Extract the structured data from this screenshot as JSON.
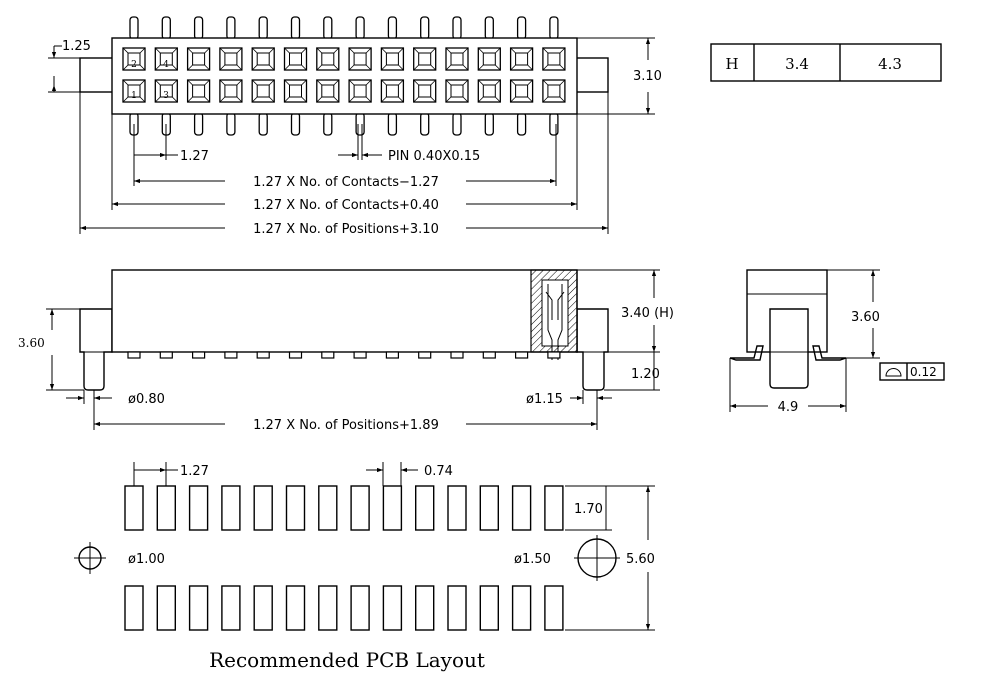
{
  "dimensions": {
    "pitch": "1.27",
    "pin_size": "PIN  0.40X0.15",
    "contacts_minus": "1.27  X  No.  of  Contacts−1.27",
    "contacts_plus": "1.27  X  No.  of  Contacts+0.40",
    "positions_plus_310": "1.27  X  No.  of  Positions+3.10",
    "peg_offset": "1.25",
    "body_width": "3.10",
    "body_height": "3.40 (H)",
    "peg_length": "3.60",
    "tail_length": "1.20",
    "peg_dia_small": "ø0.80",
    "peg_dia_large": "ø1.15",
    "positions_plus_189": "1.27  X  No.  of  Positions+1.89",
    "side_height": "3.60",
    "side_width": "4.9",
    "coplanarity": "0.12",
    "pcb_pitch": "1.27",
    "pad_width": "0.74",
    "pad_length": "1.70",
    "hole_small": "ø1.00",
    "hole_large": "ø1.50",
    "pad_span": "5.60"
  },
  "top_view_pin_numbers": [
    "1",
    "2",
    "3",
    "4"
  ],
  "height_table": {
    "label": "H",
    "values": [
      "3.4",
      "4.3"
    ]
  },
  "pcb_caption": "Recommended PCB Layout"
}
